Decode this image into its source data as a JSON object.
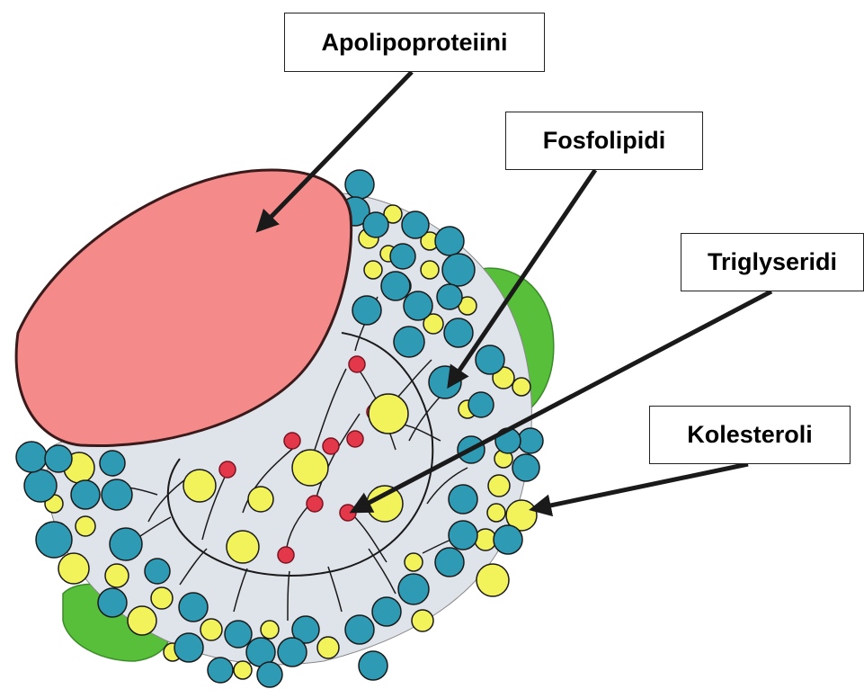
{
  "labels": {
    "apolipoprotein": "Apolipoproteiini",
    "phospholipid": "Fosfolipidi",
    "triglyceride": "Triglyseridi",
    "cholesterol": "Kolesteroli"
  },
  "colors": {
    "apolipoprotein_fill": "#f48a8a",
    "phospholipid_head": "#2f9ab3",
    "cholesterol": "#f2f25a",
    "triglyceride": "#e2384a",
    "outer_protein": "#58bf3a",
    "core": "#dfe3ea",
    "ink": "#1a1a1a"
  },
  "icons": {
    "particle": "lipoprotein-particle-illustration"
  }
}
